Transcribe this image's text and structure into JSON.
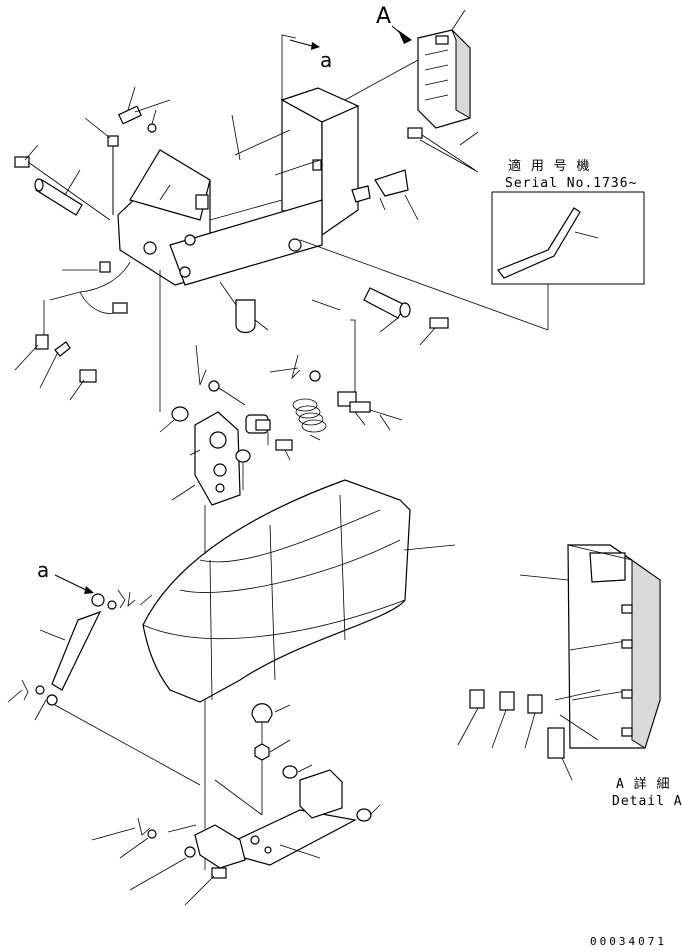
{
  "view_a": {
    "letter": "A"
  },
  "arrow_a_top": {
    "letter": "a"
  },
  "arrow_a_left": {
    "letter": "a"
  },
  "serial_box": {
    "line1": "適 用 号 機",
    "line2": "Serial No.1736~"
  },
  "detail": {
    "line1": "A 詳 細",
    "line2": "Detail A"
  },
  "drawing_code": "00034071"
}
